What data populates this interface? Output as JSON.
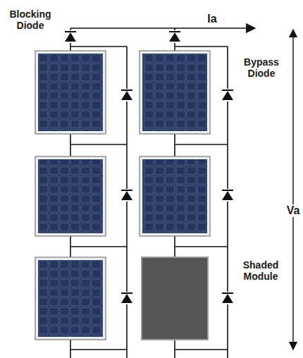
{
  "diagram": {
    "labels": [
      "Ia",
      "Blocking Diode",
      "Bypass Diode",
      "Va",
      "Shaded Module"
    ]
  }
}
